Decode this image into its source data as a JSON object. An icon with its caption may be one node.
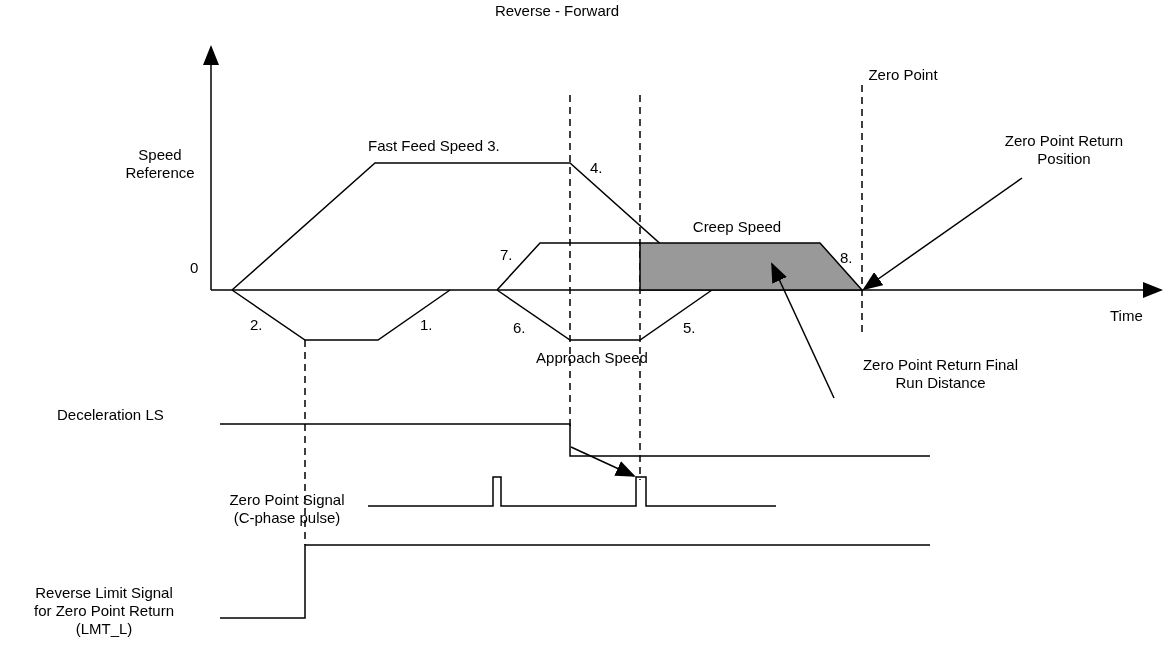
{
  "diagram": {
    "title": "Reverse - Forward",
    "nodes": [
      {
        "text": [
          "Zero Point Return Position"
        ]
      },
      {
        "text": [
          "Zero Point Return Final Run Distance"
        ]
      },
      {
        "text": [],
        "shape": "box"
      }
    ],
    "edges": [
      {
        "from": 0,
        "to": 2,
        "arrow": "to"
      },
      {
        "from": 1,
        "to": 2,
        "arrow": "to"
      }
    ],
    "labels": [
      "Zero Point",
      "Speed Reference",
      "Fast Feed Speed 3.",
      "4.",
      "Creep Speed",
      "7.",
      "8.",
      "0",
      "2.",
      "1.",
      "6.",
      "5.",
      "Time",
      "Approach Speed",
      "Deceleration LS",
      "Zero Point Signal (C-phase pulse)",
      "Reverse Limit Signal for Zero Point Return (LMT_L)"
    ]
  }
}
